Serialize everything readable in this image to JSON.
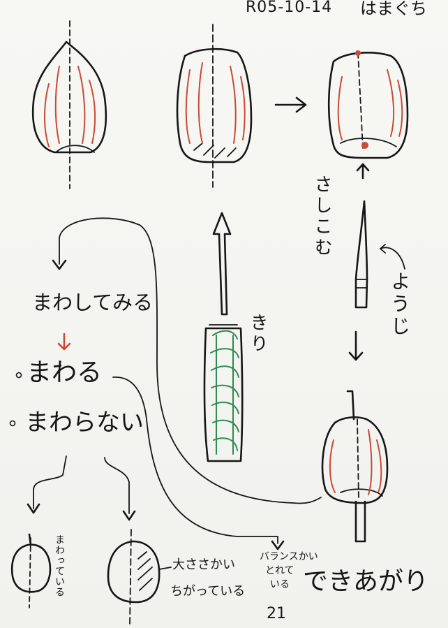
{
  "header": {
    "date": "R05-10-14",
    "name": "はまぐち"
  },
  "labels": {
    "sashikomu": "さしこむ",
    "youji": "ようじ",
    "kiri": "きり",
    "mawashitemiru": "まわしてみる",
    "mawaru": "まわる",
    "mawaranai": "まわらない",
    "mawatteiru": "まわっている",
    "ookisa_line1": "大ささかい",
    "ookisa_line2": "ちがっている",
    "balance_line1": "バランスかい",
    "balance_line2": "とれて",
    "balance_line3": "いる",
    "dekiagari": "できあがり",
    "page_number": "21"
  },
  "colors": {
    "ink": "#161616",
    "red_pencil": "#c94a35",
    "green_pencil": "#2f8a55",
    "paper": "#f4f4f1"
  }
}
